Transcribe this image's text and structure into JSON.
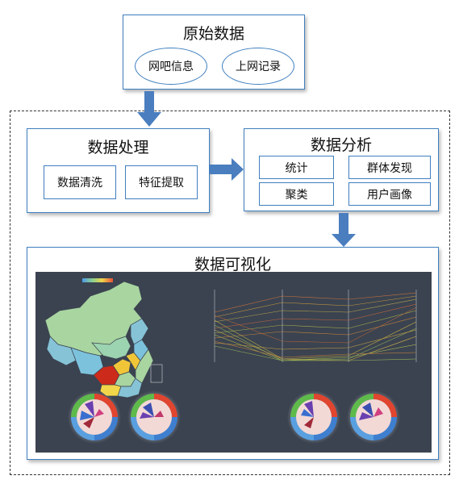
{
  "raw_data": {
    "title": "原始数据",
    "items": [
      "网吧信息",
      "上网记录"
    ]
  },
  "processing": {
    "title": "数据处理",
    "items": [
      "数据清洗",
      "特征提取"
    ]
  },
  "analysis": {
    "title": "数据分析",
    "items": [
      "统计",
      "群体发现",
      "聚类",
      "用户画像"
    ]
  },
  "visualization": {
    "title": "数据可视化"
  },
  "colors": {
    "border": "#3f7fbf",
    "arrow": "#4a7ebf",
    "dashboard_bg": "#3b4350"
  }
}
